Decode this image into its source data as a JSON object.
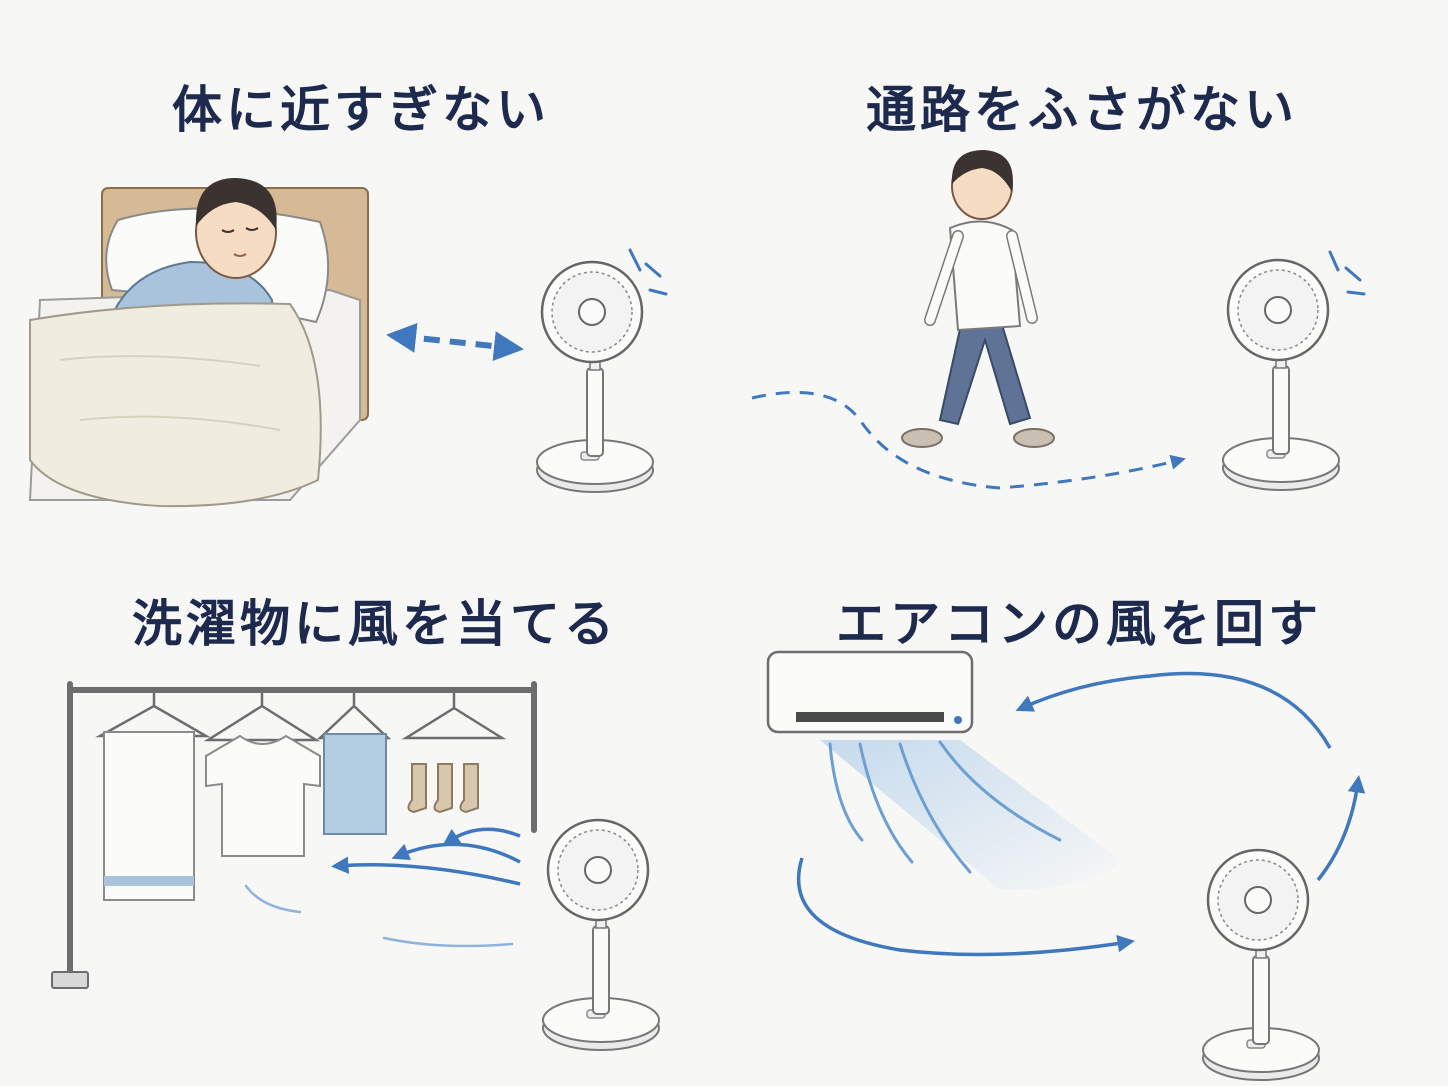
{
  "panels": [
    {
      "title": "体に近すぎない"
    },
    {
      "title": "通路をふさがない"
    },
    {
      "title": "洗濯物に風を当てる"
    },
    {
      "title": "エアコンの風を回す"
    }
  ],
  "colors": {
    "title": "#1d2a4d",
    "arrow_blue": "#3f78bd",
    "fan_white": "#fbfbfa",
    "outline": "#6e6e6e",
    "background": "#f7f7f6"
  }
}
